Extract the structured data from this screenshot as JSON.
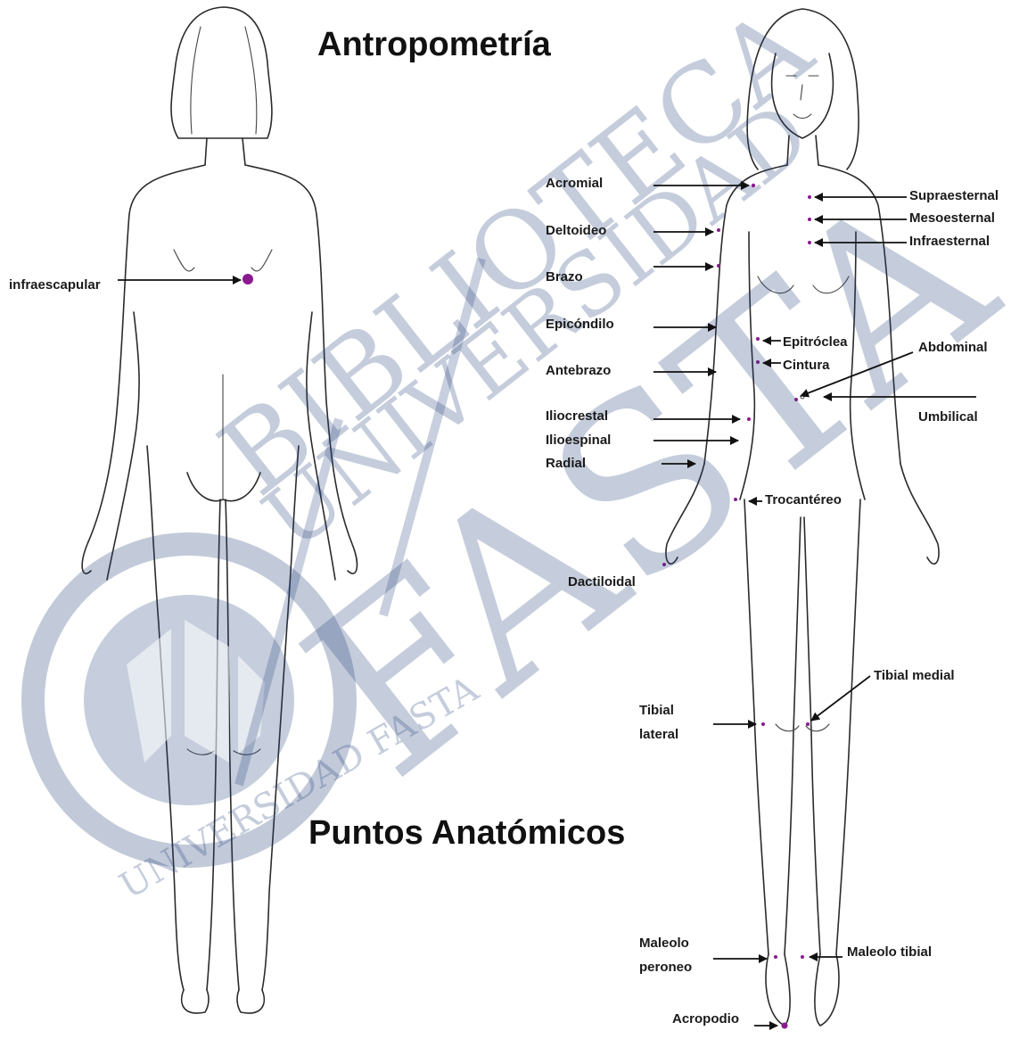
{
  "titles": {
    "top": "Antropometría",
    "bottom": "Puntos Anatómicos"
  },
  "watermark": {
    "line1": "BIBLIOTECA",
    "line2": "UNIVERSIDAD",
    "line3": "FASTA",
    "seal_text": "UNIVERSIDAD FASTA",
    "color": "#24407a"
  },
  "colors": {
    "marker": "#8a1a8f",
    "line": "#2b2b2b",
    "arrow": "#111111"
  },
  "labels": {
    "infraescapular": "infraescapular",
    "acromial": "Acromial",
    "deltoideo": "Deltoideo",
    "brazo": "Brazo",
    "epicondilo": "Epicóndilo",
    "antebrazo": "Antebrazo",
    "iliocrestal": "Iliocrestal",
    "ilioespinal": "Ilioespinal",
    "radial": "Radial",
    "dactiloidal": "Dactiloidal",
    "supraesternal": "Supraesternal",
    "mesoesternal": "Mesoesternal",
    "infraesternal": "Infraesternal",
    "epitroclea": "Epitróclea",
    "cintura": "Cintura",
    "abdominal": "Abdominal",
    "umbilical": "Umbilical",
    "trocantereo": "Trocantéreo",
    "tibial_medial": "Tibial medial",
    "tibial_lateral_1": "Tibial",
    "tibial_lateral_2": "lateral",
    "maleolo_peroneo_1": "Maleolo",
    "maleolo_peroneo_2": "peroneo",
    "maleolo_tibial": "Maleolo tibial",
    "acropodio": "Acropodio"
  }
}
